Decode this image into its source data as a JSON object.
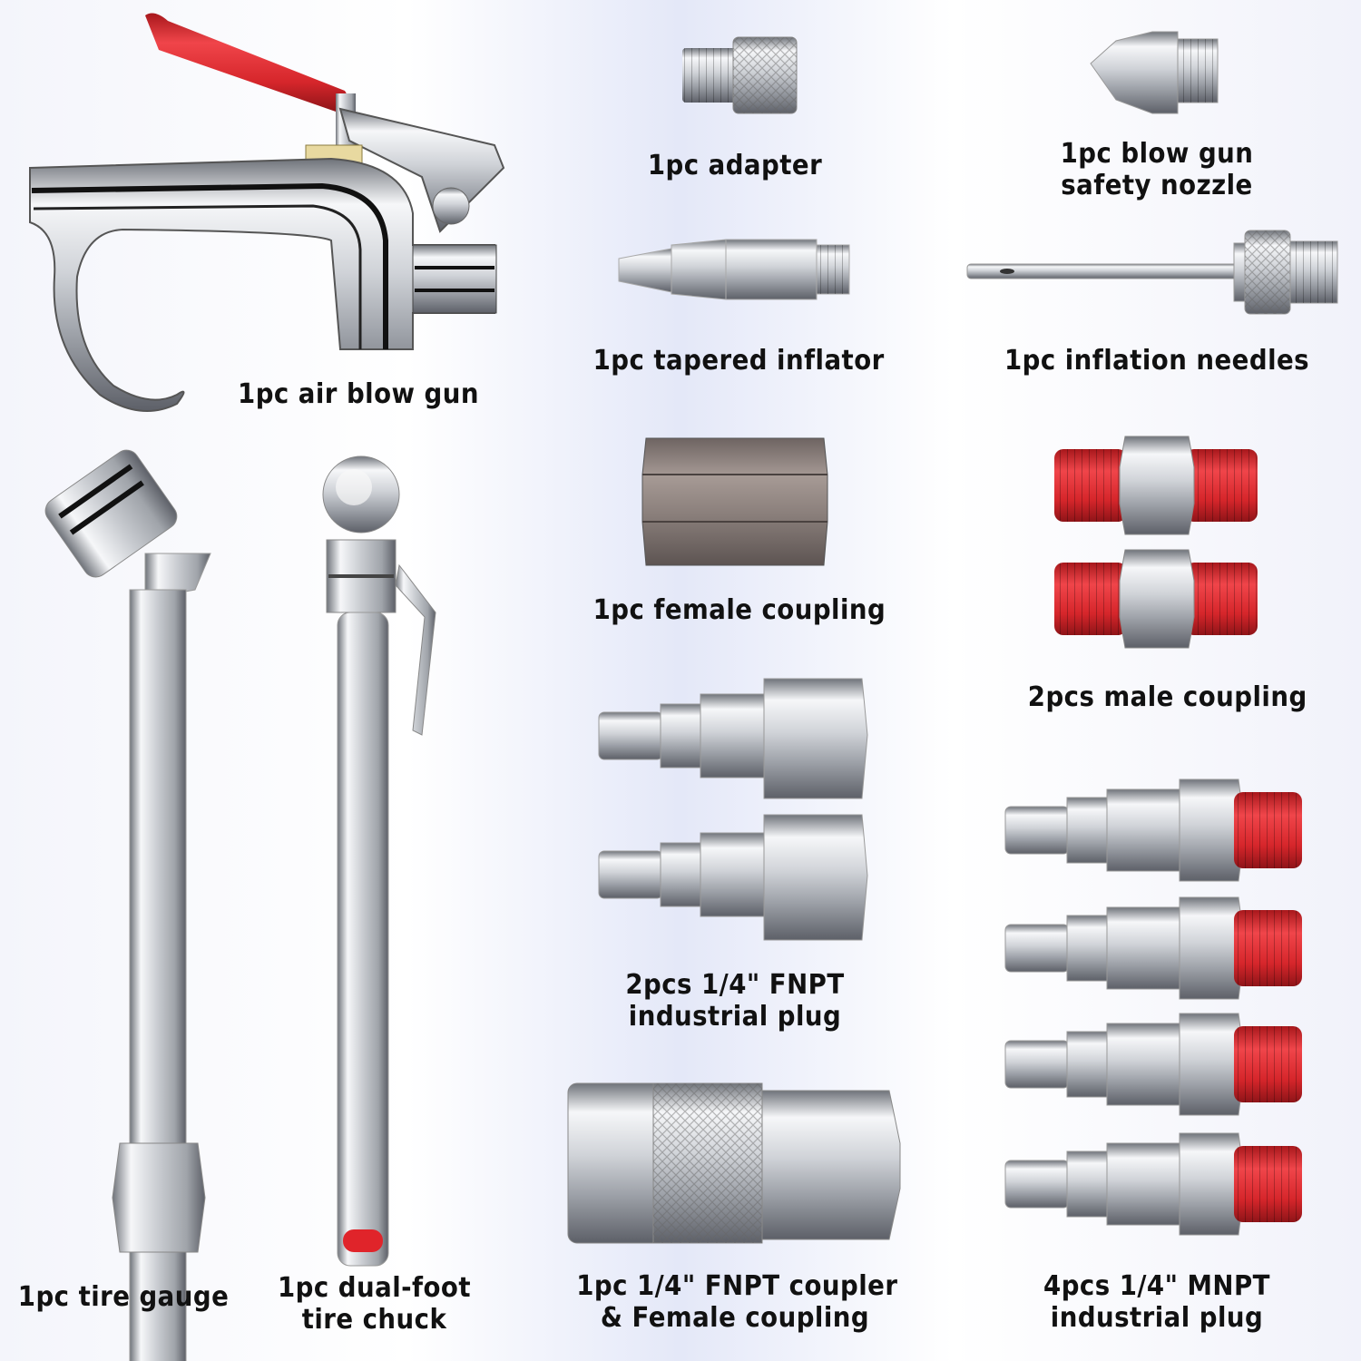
{
  "items": [
    {
      "name": "air-blow-gun",
      "lines": [
        "1pc air blow gun"
      ]
    },
    {
      "name": "adapter",
      "lines": [
        "1pc adapter"
      ]
    },
    {
      "name": "blow-gun-safety-nozzle",
      "lines": [
        "1pc blow gun",
        "safety nozzle"
      ]
    },
    {
      "name": "tapered-inflator",
      "lines": [
        "1pc tapered inflator"
      ]
    },
    {
      "name": "inflation-needles",
      "lines": [
        "1pc inflation needles"
      ]
    },
    {
      "name": "female-coupling",
      "lines": [
        "1pc female coupling"
      ]
    },
    {
      "name": "male-coupling",
      "lines": [
        "2pcs male coupling"
      ]
    },
    {
      "name": "fnpt-industrial-plug",
      "lines": [
        "2pcs 1/4\" FNPT",
        "industrial plug"
      ]
    },
    {
      "name": "tire-gauge",
      "lines": [
        "1pc tire gauge"
      ]
    },
    {
      "name": "dual-foot-tire-chuck",
      "lines": [
        "1pc dual-foot",
        "tire chuck"
      ]
    },
    {
      "name": "fnpt-coupler",
      "lines": [
        "1pc 1/4\" FNPT coupler",
        "& Female coupling"
      ]
    },
    {
      "name": "mnpt-industrial-plug",
      "lines": [
        "4pcs 1/4\" MNPT",
        "industrial plug"
      ]
    }
  ],
  "colors": {
    "metal_light": "#f2f3f5",
    "metal_mid": "#b9bcc2",
    "metal_dark": "#6d7077",
    "thread_red": "#e3262c",
    "handle_red": "#e0242a",
    "brass": "#e8d9a0",
    "bronze": "#8f8480"
  }
}
